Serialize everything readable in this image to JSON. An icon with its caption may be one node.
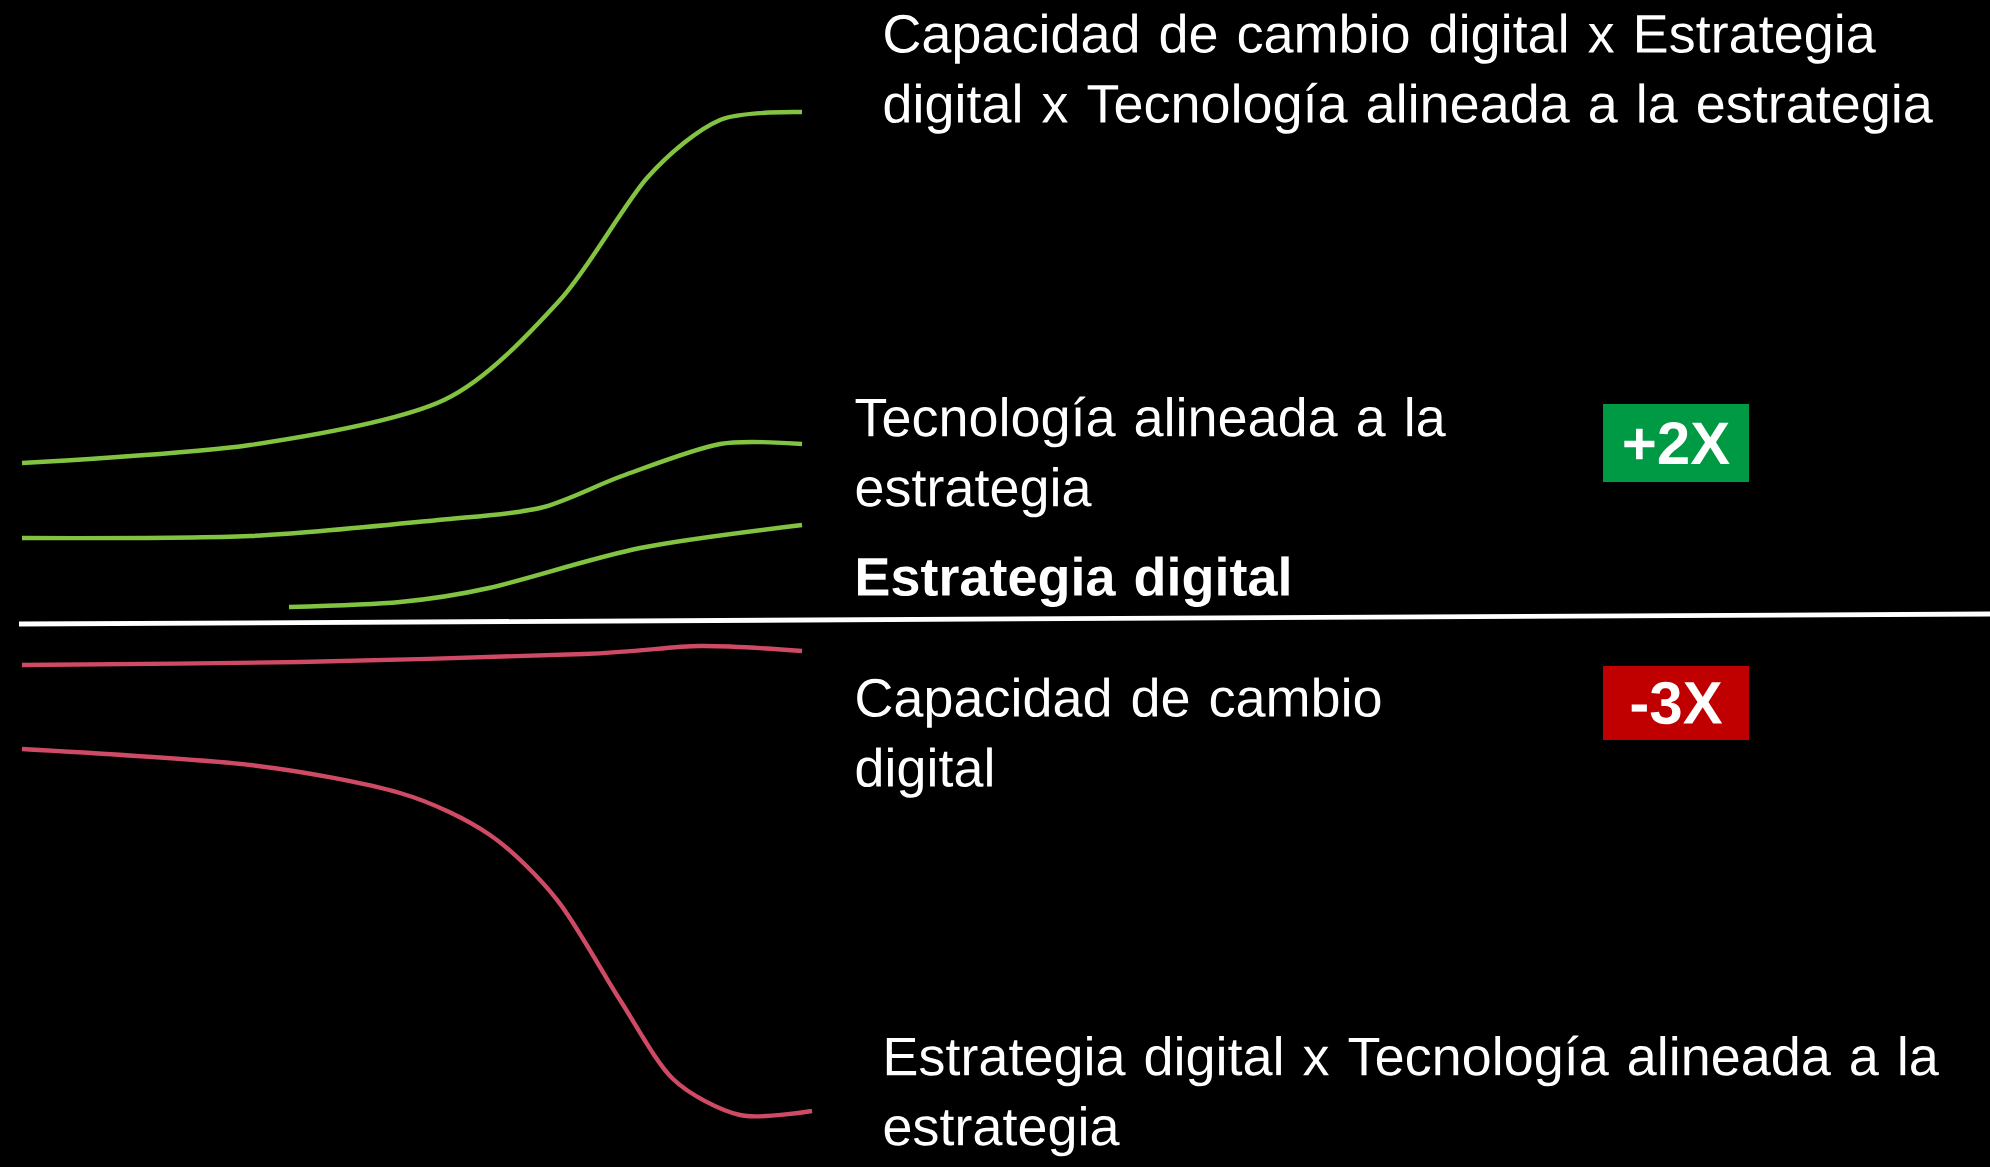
{
  "diagram": {
    "nodes": [
      {
        "text": [
          "+2X"
        ]
      },
      {
        "text": [
          "-3X"
        ]
      }
    ],
    "labels": [
      "Capacidad de cambio digital x Estrategia digital x Tecnología alineada a la estrategia",
      "Tecnología alineada a la estrategia",
      "Estrategia digital",
      "Capacidad de cambio digital",
      "Estrategia digital x Tecnología alineada a la estrategia"
    ]
  }
}
